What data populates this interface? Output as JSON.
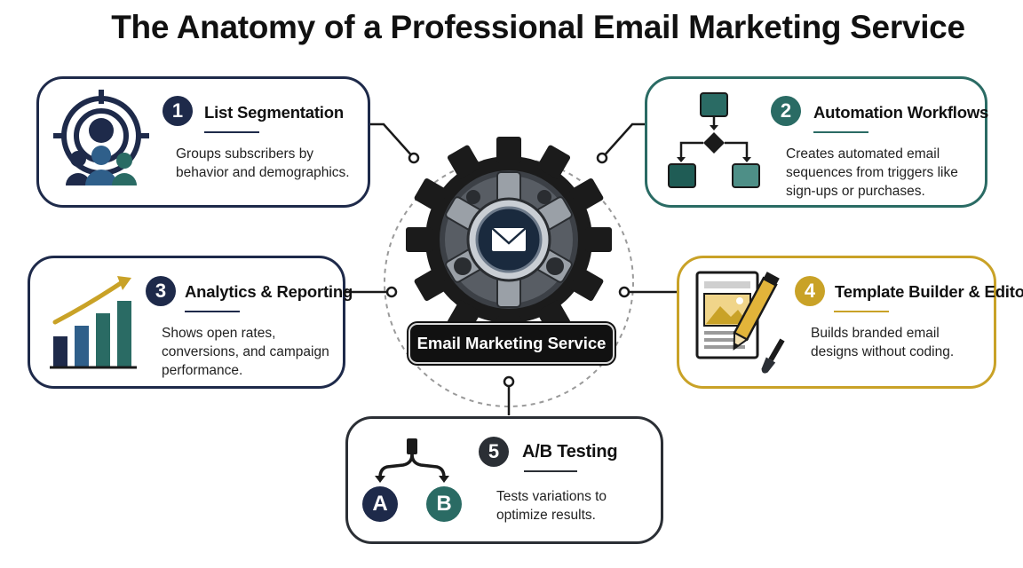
{
  "title": "The Anatomy of a Professional Email Marketing Service",
  "hub": {
    "label": "Email Marketing Service",
    "icon": "envelope-gear-icon"
  },
  "components": [
    {
      "number": "1",
      "title": "List Segmentation",
      "description": "Groups subscribers by behavior and demographics.",
      "icon": "target-audience-icon",
      "color": "#1e2a4a"
    },
    {
      "number": "2",
      "title": "Automation Workflows",
      "description": "Creates automated email sequences from triggers like sign-ups or purchases.",
      "icon": "workflow-flowchart-icon",
      "color": "#2a6b64"
    },
    {
      "number": "3",
      "title": "Analytics & Reporting",
      "description": "Shows open rates, conversions, and campaign performance.",
      "icon": "bar-chart-growth-icon",
      "color": "#1e2a4a"
    },
    {
      "number": "4",
      "title": "Template Builder & Editor",
      "description": "Builds branded email designs without coding.",
      "icon": "template-pencil-brush-icon",
      "color": "#c9a227"
    },
    {
      "number": "5",
      "title": "A/B Testing",
      "description": "Tests variations to optimize results.",
      "icon": "ab-split-icon",
      "color": "#2b2f35",
      "variants": [
        "A",
        "B"
      ]
    }
  ]
}
